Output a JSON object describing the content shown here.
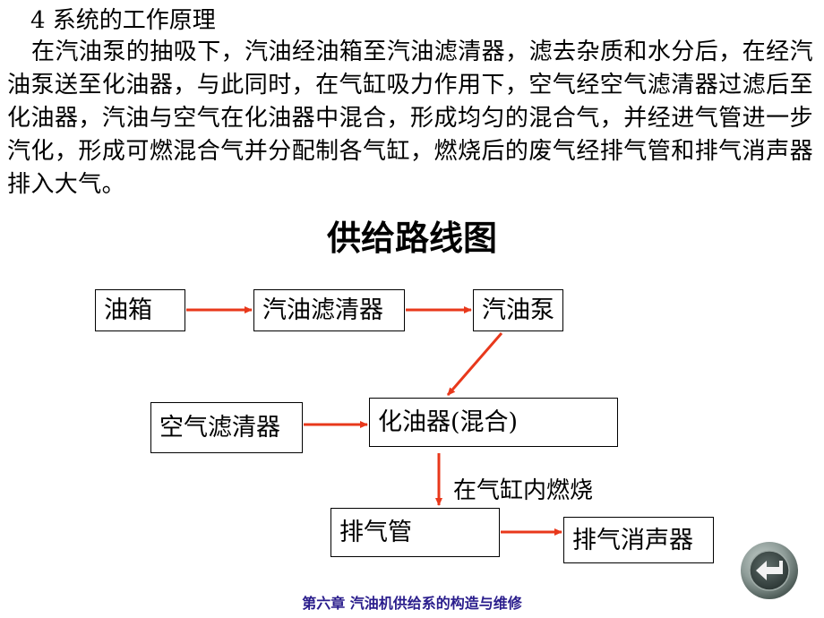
{
  "slide": {
    "heading": "4 系统的工作原理",
    "paragraph": "在汽油泵的抽吸下，汽油经油箱至汽油滤清器，滤去杂质和水分后，在经汽油泵送至化油器，与此同时，在气缸吸力作用下，空气经空气滤清器过滤后至化油器，汽油与空气在化油器中混合，形成均匀的混合气，并经进气管进一步汽化，形成可燃混合气并分配制各气缸，燃烧后的废气经排气管和排气消声器排入大气。",
    "diagram_title": "供给路线图",
    "footer": "第六章  汽油机供给系的构造与维修"
  },
  "diagram": {
    "nodes": {
      "fuel_tank": "油箱",
      "fuel_filter": "汽油滤清器",
      "fuel_pump": "汽油泵",
      "air_filter": "空气滤清器",
      "carburetor": "化油器(混合)",
      "exhaust_pipe": "排气管",
      "muffler": "排气消声器"
    },
    "edge_label": "在气缸内燃烧",
    "arrow_color": "#e8381b"
  },
  "controls": {
    "back_icon": "back-arrow-icon"
  }
}
